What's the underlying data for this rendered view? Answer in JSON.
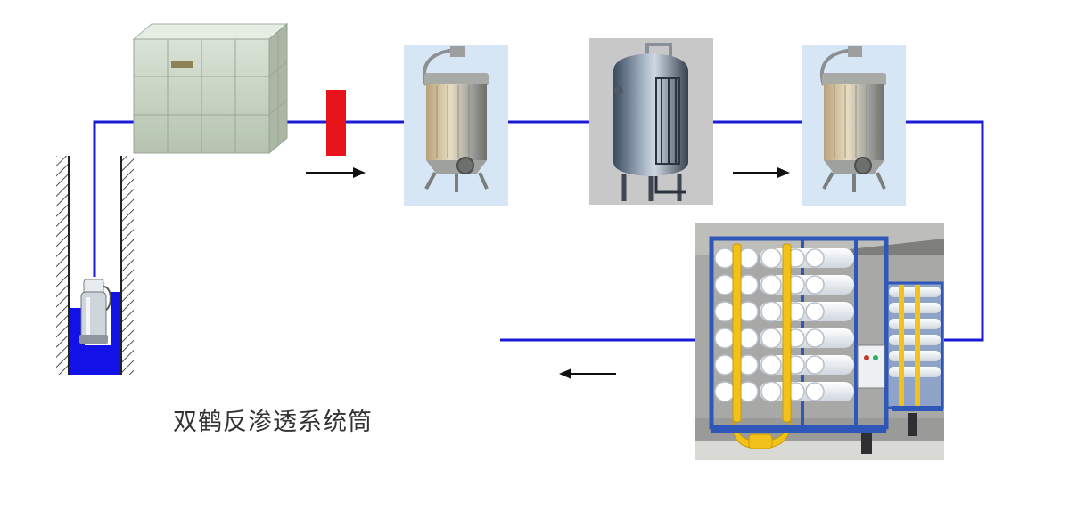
{
  "caption": "双鹤反渗透系统筒",
  "colors": {
    "pipe": "#1a1ad6",
    "water": "#1212e6",
    "valve": "#e8141b",
    "arrow": "#111111",
    "hatch": "#222222",
    "filter_backdrop": "#c9def0",
    "tank_backdrop": "#c8c8c8",
    "ro_frame": "#2f57b8",
    "ro_manifold": "#f2c21a"
  },
  "components": [
    {
      "id": "well-pump",
      "icon": "submersible-pump-icon"
    },
    {
      "id": "storage-tank",
      "icon": "water-tank-icon"
    },
    {
      "id": "inline-valve",
      "icon": "valve-icon"
    },
    {
      "id": "bag-filter-1",
      "icon": "bag-filter-icon"
    },
    {
      "id": "pressure-vessel",
      "icon": "pressure-vessel-icon"
    },
    {
      "id": "bag-filter-2",
      "icon": "bag-filter-icon"
    },
    {
      "id": "ro-skid",
      "icon": "reverse-osmosis-skid-icon"
    }
  ],
  "flow_arrows": [
    "right",
    "right",
    "left"
  ]
}
